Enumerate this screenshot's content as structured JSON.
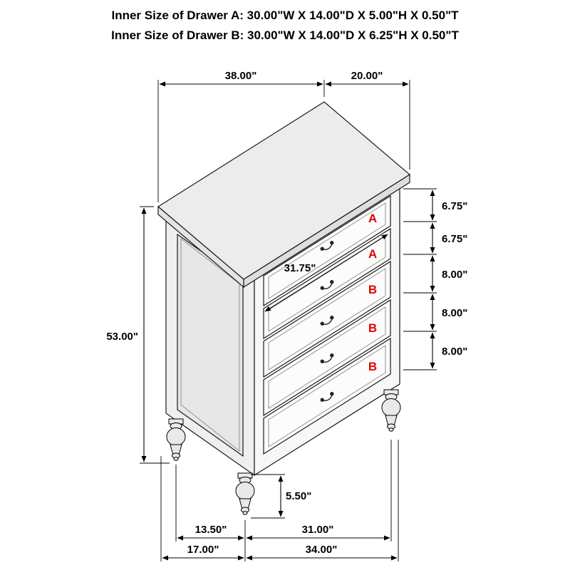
{
  "header": {
    "line1": "Inner Size of Drawer A: 30.00\"W X 14.00\"D X 5.00\"H X 0.50\"T",
    "line2": "Inner Size of Drawer B: 30.00\"W X 14.00\"D X 6.25\"H X 0.50\"T"
  },
  "dimensions": {
    "top_width": "38.00\"",
    "top_depth": "20.00\"",
    "overall_height": "53.00\"",
    "drawer_front_heights": [
      "6.75\"",
      "6.75\"",
      "8.00\"",
      "8.00\"",
      "8.00\""
    ],
    "inner_width": "31.75\"",
    "leg_height": "5.50\"",
    "leg_spacing_depth": "13.50\"",
    "leg_spacing_width": "31.00\"",
    "base_depth": "17.00\"",
    "base_width": "34.00\""
  },
  "drawer_labels": [
    "A",
    "A",
    "B",
    "B",
    "B"
  ],
  "colors": {
    "drawer_label_red": "#e60000",
    "line_black": "#000000"
  }
}
